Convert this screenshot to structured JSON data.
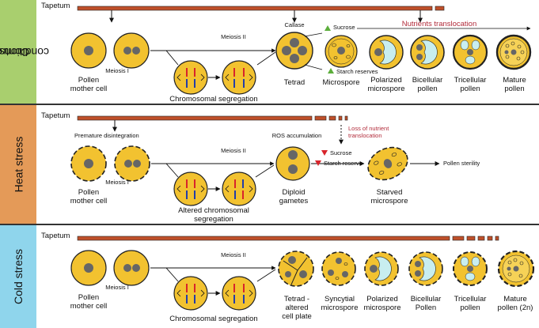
{
  "colors": {
    "cell_fill": "#f2c230",
    "cell_stroke": "#222222",
    "nucleus": "#666666",
    "vacuole": "#c8eef0",
    "tapetum": "#c0502a",
    "control_band": "#a9cf6e",
    "heat_band": "#e49a58",
    "cold_band": "#8fd5ec",
    "red_text": "#b22b3a",
    "chrom_red": "#d8242b",
    "chrom_blue": "#243ea8"
  },
  "panels": {
    "control": {
      "side_label_line1": "Control",
      "side_label_line2": "conditions",
      "tapetum": "Tapetum",
      "meiosis1": "Meiosis I",
      "meiosis2": "Meiosis II",
      "callase": "Callase",
      "sucrose": "Sucrose",
      "starch": "Starch reserves",
      "nutrients": "Nutrients translocation",
      "pmc_line1": "Pollen",
      "pmc_line2": "mother cell",
      "chrom_seg": "Chromosomal segregation",
      "tetrad": "Tetrad",
      "microspore": "Microspore",
      "polarized_line1": "Polarized",
      "polarized_line2": "microspore",
      "bicellular_line1": "Bicellular",
      "bicellular_line2": "pollen",
      "tricellular_line1": "Tricellular",
      "tricellular_line2": "pollen",
      "mature_line1": "Mature",
      "mature_line2": "pollen"
    },
    "heat": {
      "side_label": "Heat stress",
      "tapetum": "Tapetum",
      "premature": "Premature disintegration",
      "meiosis1": "Meiosis I",
      "meiosis2": "Meiosis II",
      "ros": "ROS accumulation",
      "loss_line1": "Loss of nutrient",
      "loss_line2": "translocation",
      "sucrose": "Sucrose",
      "starch": "Starch reserve",
      "sterility": "Pollen sterility",
      "pmc_line1": "Pollen",
      "pmc_line2": "mother cell",
      "altered_line1": "Altered chromosomal",
      "altered_line2": "segregation",
      "diploid_line1": "Diploid",
      "diploid_line2": "gametes",
      "starved_line1": "Starved",
      "starved_line2": "microspore"
    },
    "cold": {
      "side_label": "Cold stress",
      "tapetum": "Tapetum",
      "meiosis1": "Meiosis I",
      "meiosis2": "Meiosis II",
      "pmc_line1": "Pollen",
      "pmc_line2": "mother cell",
      "chrom_seg": "Chromosomal segregation",
      "tetrad_line1": "Tetrad -",
      "tetrad_line2": "altered",
      "tetrad_line3": "cell plate",
      "syncytial_line1": "Syncytial",
      "syncytial_line2": "microspore",
      "polarized_line1": "Polarized",
      "polarized_line2": "microspore",
      "bicellular_line1": "Bicellular",
      "bicellular_line2": "Pollen",
      "tricellular_line1": "Tricellular",
      "tricellular_line2": "pollen",
      "mature_line1": "Mature",
      "mature_line2": "pollen (2n)"
    }
  }
}
